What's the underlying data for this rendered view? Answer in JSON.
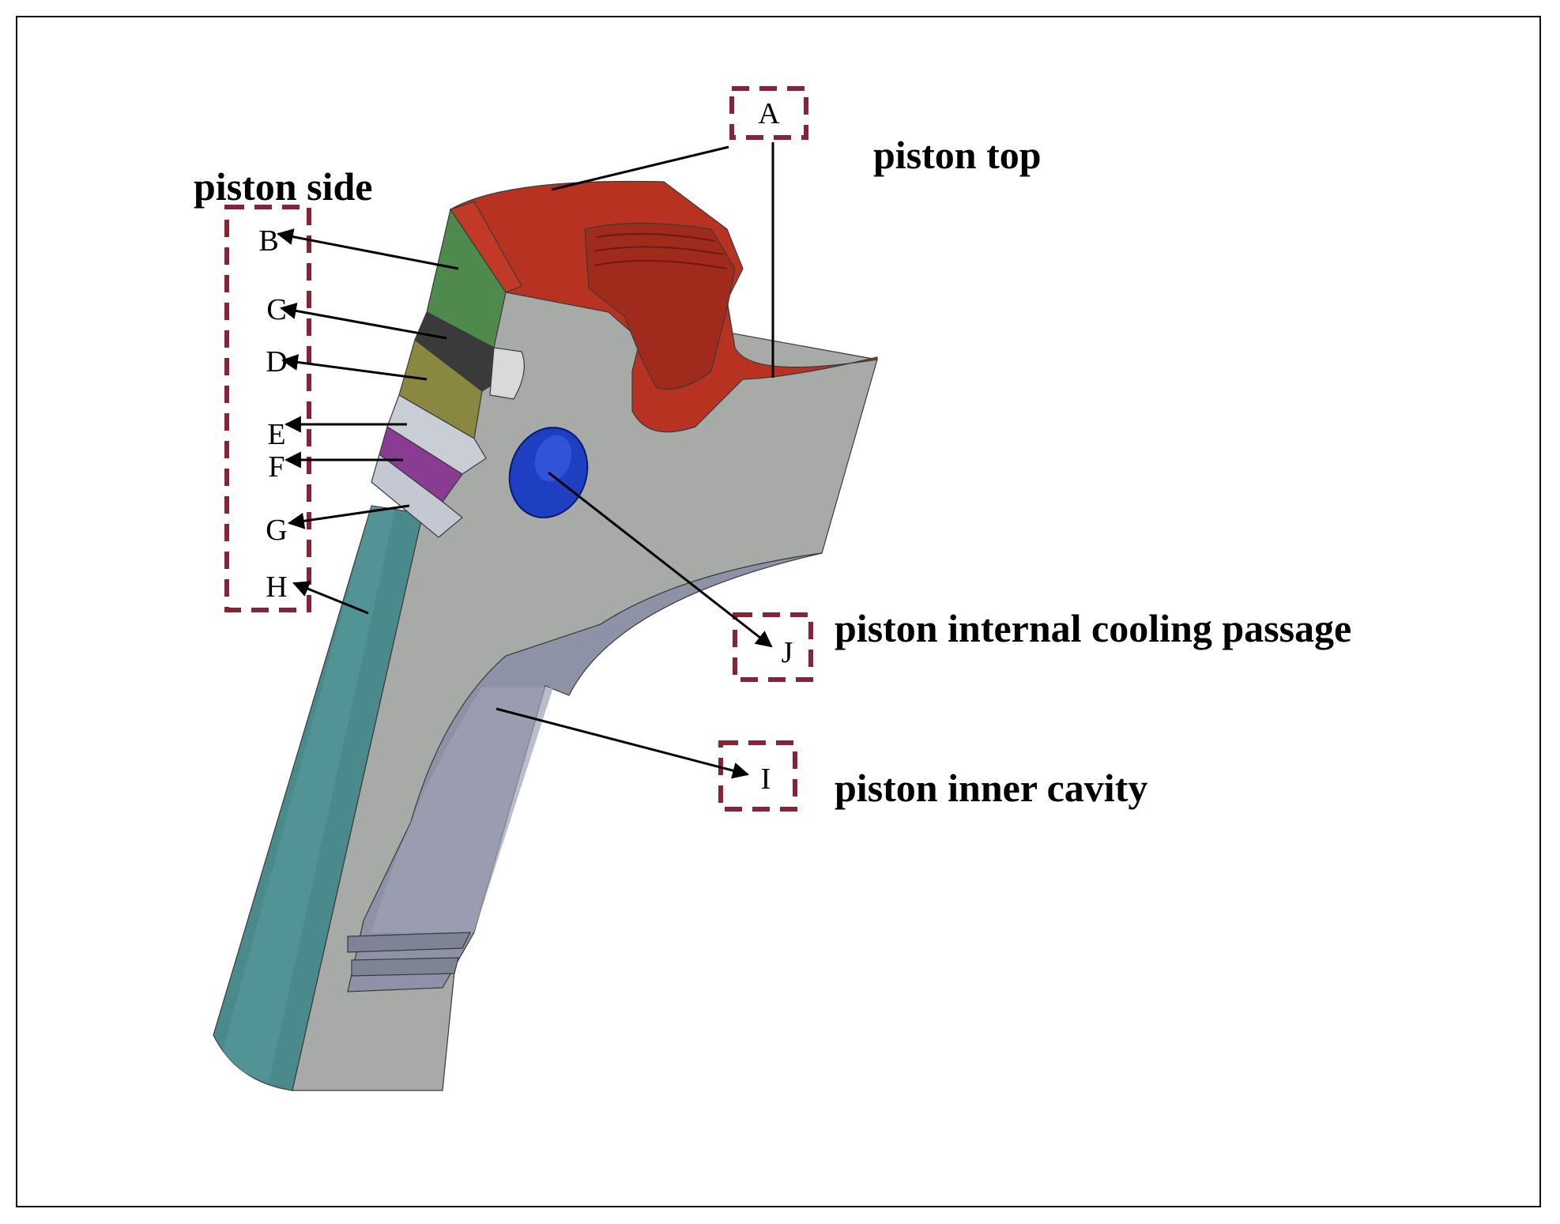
{
  "headings": {
    "piston_top": "piston top",
    "piston_side": "piston side",
    "cooling_passage": "piston internal cooling passage",
    "inner_cavity": "piston inner cavity"
  },
  "letters": {
    "A": "A",
    "B": "B",
    "C": "C",
    "D": "D",
    "E": "E",
    "F": "F",
    "G": "G",
    "H": "H",
    "I": "I",
    "J": "J"
  },
  "colors": {
    "top_face": "#b83222",
    "ring_land_B": "#4f8a4d",
    "ring_groove_C": "#3a3a3a",
    "ring_land_D": "#8a8840",
    "ring_E": "#c9cdd6",
    "ring_F": "#8a3c92",
    "ring_G": "#c4c8d2",
    "skirt_H": "#4a8a8c",
    "section_face": "#a8aaa8",
    "inner_cavity": "#8d92a6",
    "cooling_passage": "#1f3fc2",
    "callout_box": "#8a2236"
  }
}
